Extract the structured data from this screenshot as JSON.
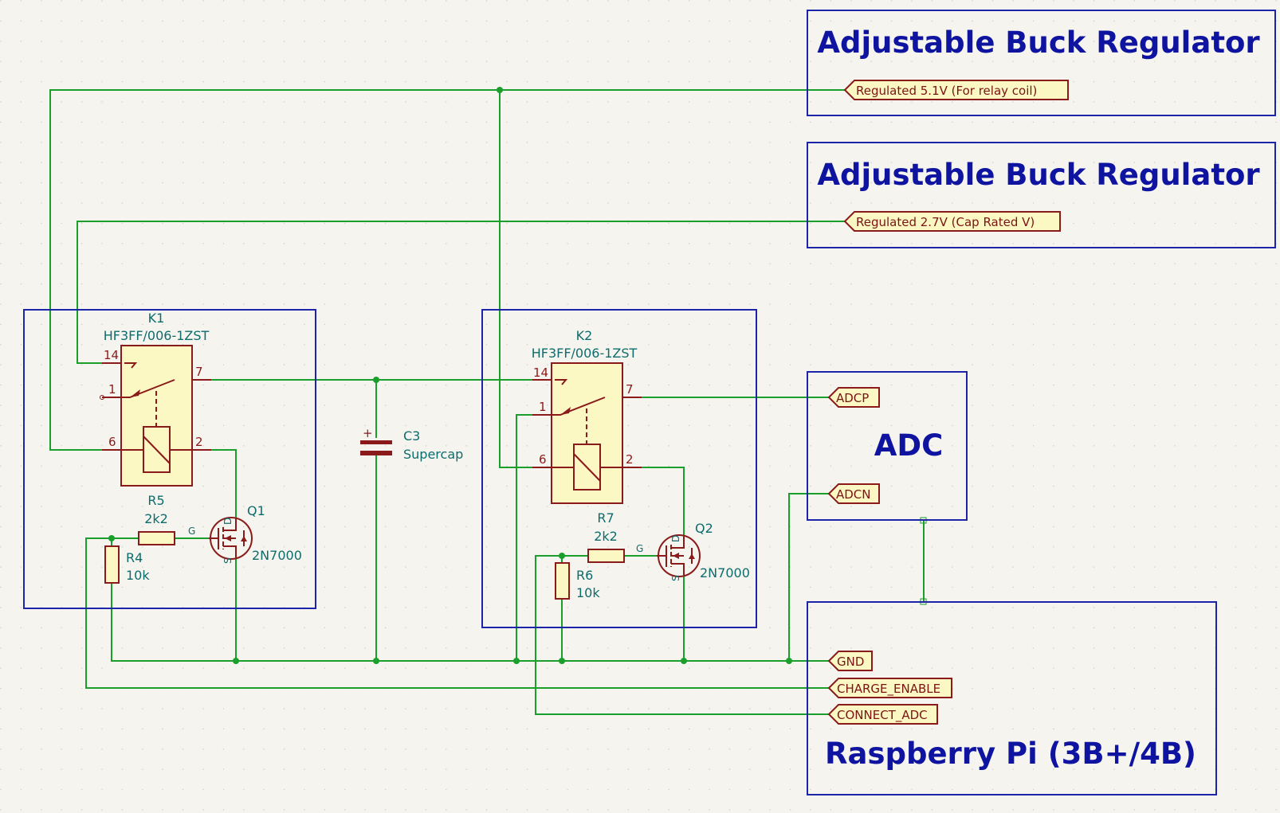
{
  "sheets": {
    "buck1": {
      "title": "Adjustable Buck Regulator",
      "pin": "Regulated 5.1V (For relay coil)"
    },
    "buck2": {
      "title": "Adjustable Buck Regulator",
      "pin": "Regulated 2.7V (Cap Rated V)"
    },
    "adc": {
      "title": "ADC",
      "pins": [
        "ADCP",
        "ADCN"
      ]
    },
    "rpi": {
      "title": "Raspberry Pi (3B+/4B)",
      "pins": [
        "GND",
        "CHARGE_ENABLE",
        "CONNECT_ADC"
      ]
    }
  },
  "components": {
    "k1": {
      "ref": "K1",
      "value": "HF3FF/006-1ZST",
      "pins": [
        "14",
        "1",
        "7",
        "6",
        "2"
      ]
    },
    "k2": {
      "ref": "K2",
      "value": "HF3FF/006-1ZST",
      "pins": [
        "14",
        "1",
        "7",
        "6",
        "2"
      ]
    },
    "c3": {
      "ref": "C3",
      "value": "Supercap"
    },
    "r5": {
      "ref": "R5",
      "value": "2k2"
    },
    "r4": {
      "ref": "R4",
      "value": "10k"
    },
    "r7": {
      "ref": "R7",
      "value": "2k2"
    },
    "r6": {
      "ref": "R6",
      "value": "10k"
    },
    "q1": {
      "ref": "Q1",
      "value": "2N7000",
      "pin_g": "G",
      "pin_d": "D",
      "pin_s": "S"
    },
    "q2": {
      "ref": "Q2",
      "value": "2N7000",
      "pin_g": "G",
      "pin_d": "D",
      "pin_s": "S"
    }
  },
  "colors": {
    "wire": "#1a9e2c",
    "sheet": "#1c25a8",
    "component": "#8b1a1a",
    "component_fill": "#fcf8c4",
    "reference_text": "#0e6c6c",
    "background": "#f5f4ef"
  }
}
